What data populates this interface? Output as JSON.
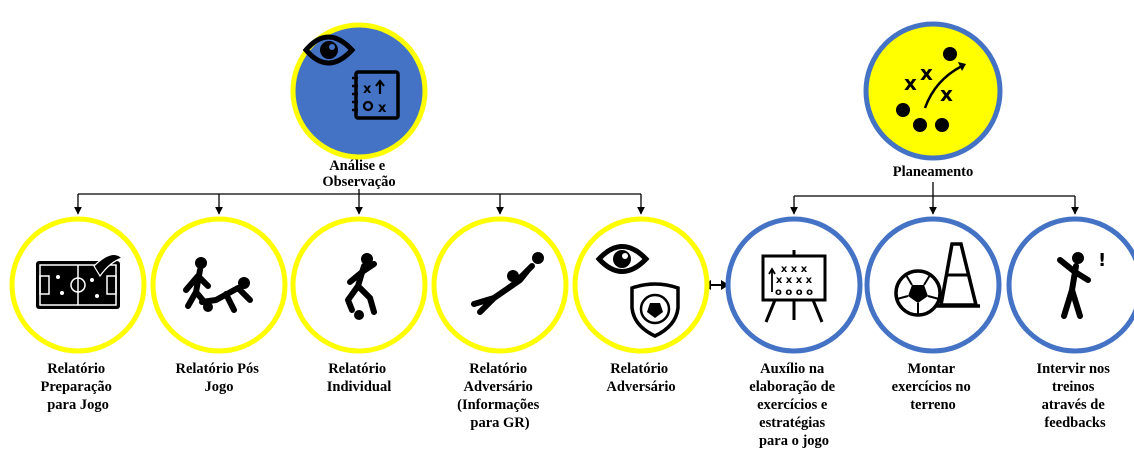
{
  "colors": {
    "analysis_circle_fill": "#4472C4",
    "yellow_ring": "#FFFF00",
    "blue_ring": "#4472C4",
    "planning_circle_fill": "#FFFF00",
    "connector": "#000000"
  },
  "roots": {
    "analysis": {
      "icon": "eye-tactics-board-icon",
      "label_lines": [
        "Análise e",
        "Observação"
      ]
    },
    "planning": {
      "icon": "tactics-play-icon",
      "label_lines": [
        "Planeamento"
      ]
    }
  },
  "analysis_children": [
    {
      "icon": "pitch-report-icon",
      "label_lines": [
        "Relatório",
        "Preparação",
        "para Jogo"
      ]
    },
    {
      "icon": "tackle-players-icon",
      "label_lines": [
        "Relatório Pós",
        "Jogo"
      ]
    },
    {
      "icon": "kicking-player-icon",
      "label_lines": [
        "Relatório",
        "Individual"
      ]
    },
    {
      "icon": "diving-goalkeeper-icon",
      "label_lines": [
        "Relatório",
        "Adversário",
        "(Informações",
        "para GR)"
      ]
    },
    {
      "icon": "eye-shield-ball-icon",
      "label_lines": [
        "Relatório",
        "Adversário"
      ]
    }
  ],
  "planning_children": [
    {
      "icon": "tactics-easel-icon",
      "label_lines": [
        "Auxílio na",
        "elaboração de",
        "exercícios e",
        "estratégias",
        "para o jogo"
      ]
    },
    {
      "icon": "ball-cone-icon",
      "label_lines": [
        "Montar",
        "exercícios no",
        "terreno"
      ]
    },
    {
      "icon": "coach-intervening-icon",
      "label_lines": [
        "Intervir nos",
        "treinos",
        "através de",
        "feedbacks"
      ]
    }
  ]
}
